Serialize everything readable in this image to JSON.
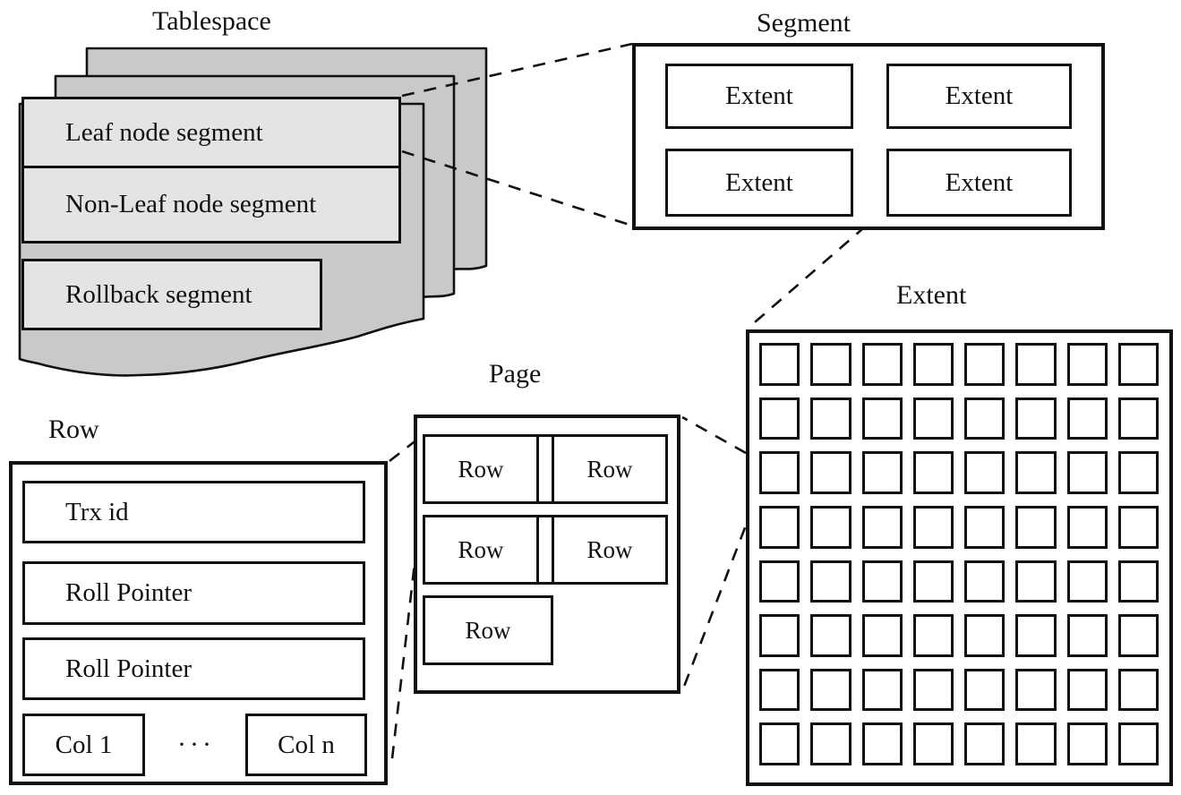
{
  "tablespace": {
    "title": "Tablespace",
    "layers": [
      "Leaf node segment",
      "Non-Leaf node segment",
      "Rollback segment"
    ]
  },
  "segment": {
    "title": "Segment",
    "extent_label": "Extent"
  },
  "extent": {
    "title": "Extent",
    "grid": {
      "rows": 8,
      "cols": 8
    }
  },
  "page": {
    "title": "Page",
    "row_label": "Row"
  },
  "row": {
    "title": "Row",
    "fields": [
      "Trx id",
      "Roll Pointer",
      "Roll Pointer"
    ],
    "first_col": "Col 1",
    "ellipsis": "···",
    "last_col": "Col n"
  },
  "colors": {
    "sheet_fill": "#c9c9c9",
    "panel_fill": "#e4e4e6",
    "line": "#111111",
    "background": "#ffffff"
  }
}
